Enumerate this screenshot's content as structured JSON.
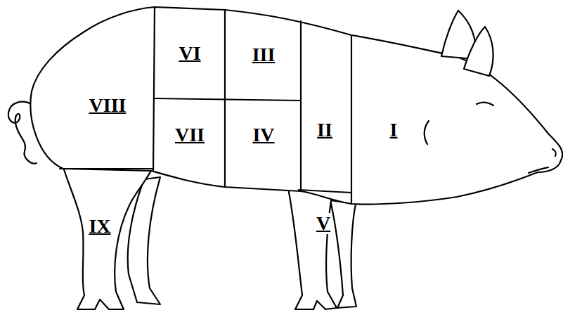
{
  "diagram": {
    "labels": [
      "VI",
      "III",
      "VIII",
      "II",
      "I",
      "VII",
      "IV",
      "IX",
      "V"
    ]
  }
}
